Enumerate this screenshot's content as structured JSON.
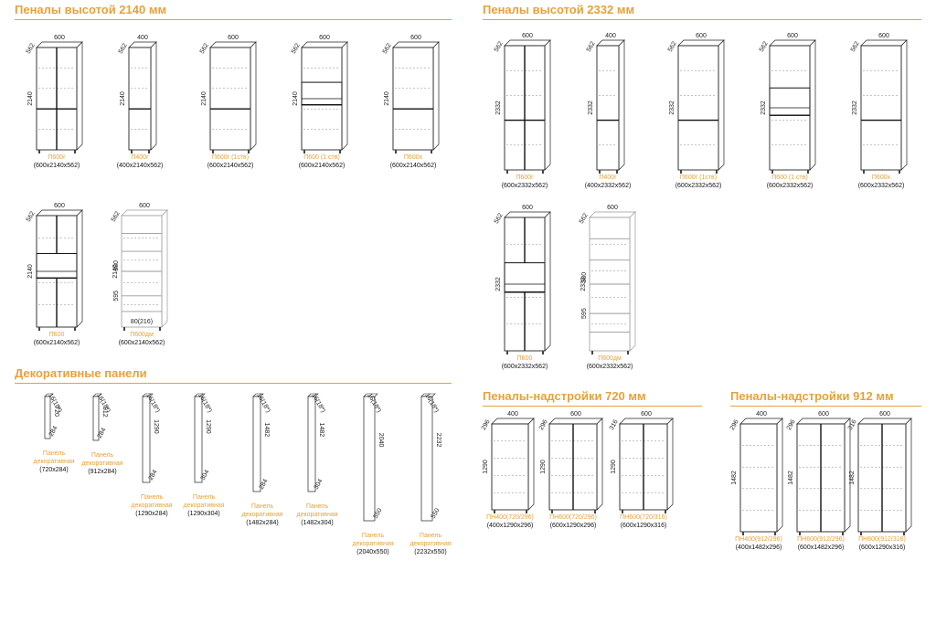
{
  "sections": {
    "s2140": {
      "title": "Пеналы высотой 2140 мм"
    },
    "s2332": {
      "title": "Пеналы высотой 2332 мм"
    },
    "panels": {
      "title": "Декоративные панели"
    },
    "n720": {
      "title": "Пеналы-надстройки 720 мм"
    },
    "n912": {
      "title": "Пеналы-надстройки 912 мм"
    }
  },
  "items": [
    {
      "name": "П600г",
      "size": "(600x2140x562)",
      "w": "600",
      "d": "562",
      "h": "2140",
      "type": "double-g"
    },
    {
      "name": "П400г",
      "size": "(400x2140x562)",
      "w": "400",
      "d": "562",
      "h": "2140",
      "type": "single-g"
    },
    {
      "name": "П600г (1ств)",
      "size": "(600x2140x562)",
      "w": "600",
      "d": "562",
      "h": "2140",
      "type": "single-g"
    },
    {
      "name": "П600 (1 ств)",
      "size": "(600x2140x562)",
      "w": "600",
      "d": "562",
      "h": "2140",
      "type": "oven-single"
    },
    {
      "name": "П600х",
      "size": "(600x2140x562)",
      "w": "600",
      "d": "562",
      "h": "2140",
      "type": "fridge"
    },
    {
      "name": "П600",
      "size": "(600x2140x562)",
      "w": "600",
      "d": "562",
      "h": "2140",
      "type": "oven-double"
    },
    {
      "name": "П600дм",
      "size": "(600x2140x562)",
      "w": "600",
      "d": "562",
      "h": "2140",
      "d1": "380",
      "d2": "595",
      "d3": "80(216)",
      "type": "open"
    },
    {
      "name": "П600г",
      "size": "(600x2332x562)",
      "w": "600",
      "d": "562",
      "h": "2332",
      "type": "double-g"
    },
    {
      "name": "П400г",
      "size": "(400x2332x562)",
      "w": "400",
      "d": "562",
      "h": "2332",
      "type": "single-g"
    },
    {
      "name": "П600г (1ств)",
      "size": "(600x2332x562)",
      "w": "600",
      "d": "562",
      "h": "2332",
      "type": "single-g"
    },
    {
      "name": "П600 (1 ств)",
      "size": "(600x2332x562)",
      "w": "600",
      "d": "562",
      "h": "2332",
      "type": "oven-single"
    },
    {
      "name": "П600х",
      "size": "(600x2332x562)",
      "w": "600",
      "d": "562",
      "h": "2332",
      "type": "fridge"
    },
    {
      "name": "П600",
      "size": "(600x2332x562)",
      "w": "600",
      "d": "562",
      "h": "2332",
      "type": "oven-double"
    },
    {
      "name": "П600дм",
      "size": "(600x2332x562)",
      "w": "600",
      "d": "562",
      "h": "2332",
      "d1": "380",
      "d2": "595",
      "type": "open"
    },
    {
      "name": "ПН400(720/296)",
      "size": "(400x1290x296)",
      "w": "400",
      "d": "296",
      "h": "1290",
      "type": "top-single"
    },
    {
      "name": "ПН600(720/296)",
      "size": "(600x1290x296)",
      "w": "600",
      "d": "296",
      "h": "1290",
      "type": "top-double"
    },
    {
      "name": "ПН600(720/316)",
      "size": "(600x1290x316)",
      "w": "600",
      "d": "316",
      "h": "1290",
      "type": "top-double"
    },
    {
      "name": "ПН400(912/296)",
      "size": "(400x1482x296)",
      "w": "400",
      "d": "296",
      "h": "1482",
      "type": "top-single"
    },
    {
      "name": "ПН600(912/296)",
      "size": "(600x1482x296)",
      "w": "600",
      "d": "296",
      "h": "1482",
      "type": "top-double"
    },
    {
      "name": "ПН600(912/316)",
      "size": "(600x1290x316)",
      "w": "600",
      "d": "316",
      "h": "1482",
      "type": "top-double"
    }
  ],
  "panels": [
    {
      "name": "Панель декоративная",
      "size": "(720x284)",
      "t": "16(18*)",
      "h": "720",
      "w": "284"
    },
    {
      "name": "Панель декоративная",
      "size": "(912x284)",
      "t": "16(18*)",
      "h": "912",
      "w": "284"
    },
    {
      "name": "Панель декоративная",
      "size": "(1290x284)",
      "t": "16(18*)",
      "h": "1290",
      "w": "284"
    },
    {
      "name": "Панель декоративная",
      "size": "(1290x304)",
      "t": "16(18*)",
      "h": "1290",
      "w": "304"
    },
    {
      "name": "Панель декоративная",
      "size": "(1482x284)",
      "t": "16(18*)",
      "h": "1482",
      "w": "284"
    },
    {
      "name": "Панель декоративная",
      "size": "(1482x304)",
      "t": "16(18*)",
      "h": "1482",
      "w": "304"
    },
    {
      "name": "Панель декоративная",
      "size": "(2040x550)",
      "t": "16(18*)",
      "h": "2040",
      "w": "550"
    },
    {
      "name": "Панель декоративная",
      "size": "(2232x550)",
      "t": "16(18*)",
      "h": "2232",
      "w": "550"
    }
  ],
  "colors": {
    "accent": "#e8a13b",
    "line": "#222222",
    "door_split": "#111111",
    "open_frame": "#9a9a9a"
  }
}
